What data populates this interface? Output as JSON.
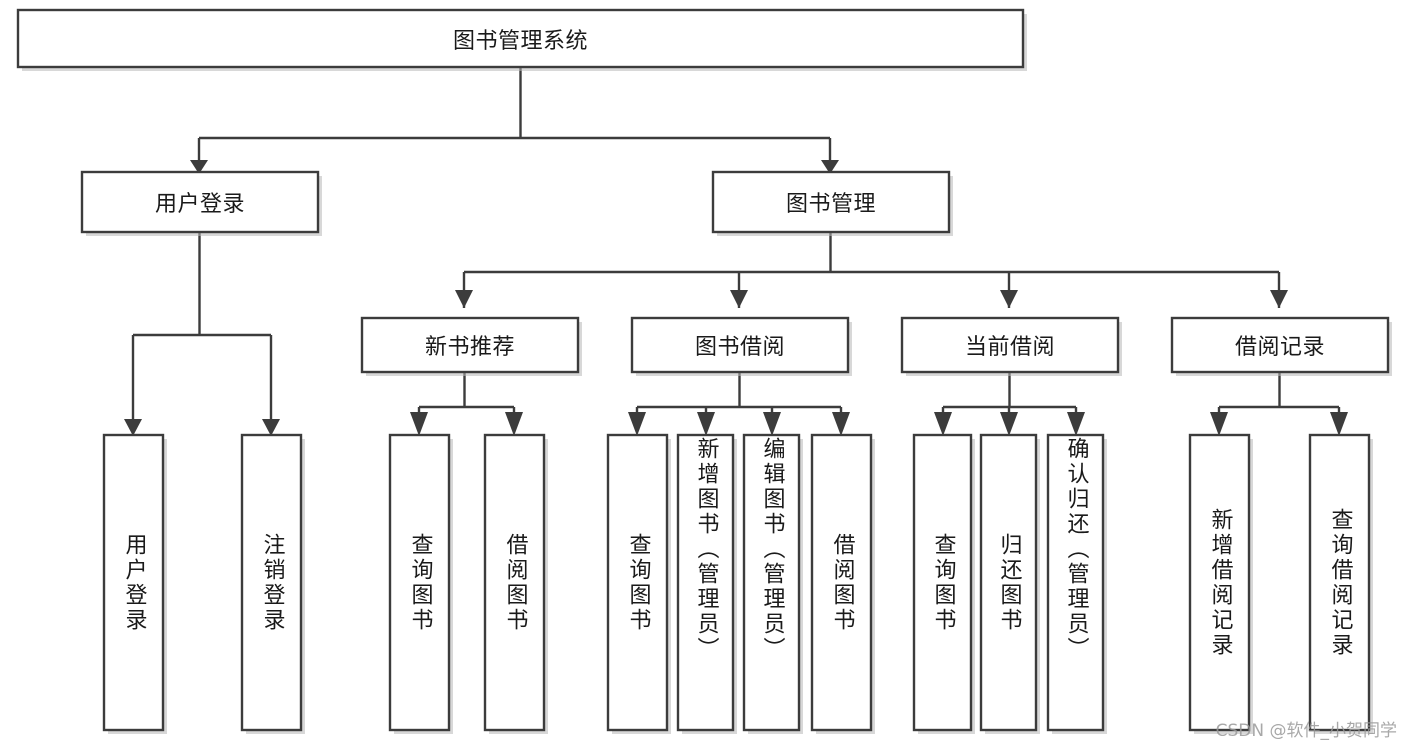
{
  "diagram": {
    "type": "tree",
    "title": "图书管理系统",
    "root": {
      "id": "root",
      "label": "图书管理系统",
      "orientation": "horizontal"
    },
    "level2": [
      {
        "id": "user-login",
        "label": "用户登录",
        "orientation": "horizontal"
      },
      {
        "id": "book-management",
        "label": "图书管理",
        "orientation": "horizontal"
      }
    ],
    "level3": [
      {
        "id": "new-book-recommend",
        "label": "新书推荐",
        "parent": "book-management",
        "orientation": "horizontal"
      },
      {
        "id": "book-borrow",
        "label": "图书借阅",
        "parent": "book-management",
        "orientation": "horizontal"
      },
      {
        "id": "current-borrow",
        "label": "当前借阅",
        "parent": "book-management",
        "orientation": "horizontal"
      },
      {
        "id": "borrow-record",
        "label": "借阅记录",
        "parent": "book-management",
        "orientation": "horizontal"
      }
    ],
    "leaves": [
      {
        "id": "leaf-user-login",
        "label": "用户登录",
        "parent": "user-login",
        "orientation": "vertical"
      },
      {
        "id": "leaf-user-logout",
        "label": "注销登录",
        "parent": "user-login",
        "orientation": "vertical"
      },
      {
        "id": "leaf-query-book-1",
        "label": "查询图书",
        "parent": "new-book-recommend",
        "orientation": "vertical"
      },
      {
        "id": "leaf-borrow-book-1",
        "label": "借阅图书",
        "parent": "new-book-recommend",
        "orientation": "vertical"
      },
      {
        "id": "leaf-query-book-2",
        "label": "查询图书",
        "parent": "book-borrow",
        "orientation": "vertical"
      },
      {
        "id": "leaf-add-book",
        "label": "新增图书（管理员）",
        "parent": "book-borrow",
        "orientation": "vertical"
      },
      {
        "id": "leaf-edit-book",
        "label": "编辑图书（管理员）",
        "parent": "book-borrow",
        "orientation": "vertical"
      },
      {
        "id": "leaf-borrow-book-2",
        "label": "借阅图书",
        "parent": "book-borrow",
        "orientation": "vertical"
      },
      {
        "id": "leaf-query-book-3",
        "label": "查询图书",
        "parent": "current-borrow",
        "orientation": "vertical"
      },
      {
        "id": "leaf-return-book",
        "label": "归还图书",
        "parent": "current-borrow",
        "orientation": "vertical"
      },
      {
        "id": "leaf-confirm-return",
        "label": "确认归还（管理员）",
        "parent": "current-borrow",
        "orientation": "vertical"
      },
      {
        "id": "leaf-add-record",
        "label": "新增借阅记录",
        "parent": "borrow-record",
        "orientation": "vertical"
      },
      {
        "id": "leaf-query-record",
        "label": "查询借阅记录",
        "parent": "borrow-record",
        "orientation": "vertical"
      }
    ],
    "colors": {
      "box_fill": "#ffffff",
      "box_stroke": "#3c3c3c",
      "edge": "#3c3c3c",
      "text": "#1a1a1a",
      "background": "#ffffff",
      "watermark": "#9a9a9a"
    }
  },
  "watermark": {
    "text": "CSDN @软件_小贺同学"
  }
}
